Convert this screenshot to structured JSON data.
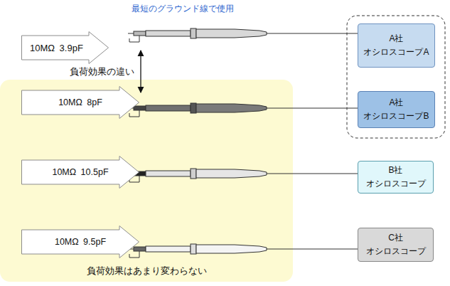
{
  "diagram": {
    "title": "最短のグラウンド線で使用",
    "nodes": [
      {
        "text": [
          "10MΩ 3.9pF"
        ]
      },
      {
        "text": [
          "A社",
          "オシロスコープA"
        ]
      },
      {
        "text": [
          "負荷効果はあまり変わらない"
        ]
      },
      {
        "text": [
          "10MΩ 8pF"
        ],
        "in": 2
      },
      {
        "text": [
          "A社",
          "オシロスコープB"
        ]
      },
      {
        "text": [
          "10MΩ 10.5pF"
        ],
        "in": 2
      },
      {
        "text": [
          "B社",
          "オシロスコープ"
        ]
      },
      {
        "text": [
          "10MΩ 9.5pF"
        ],
        "in": 2
      },
      {
        "text": [
          "C社",
          "オシロスコープ"
        ]
      }
    ],
    "edges": [
      {
        "from": 0,
        "to": 3,
        "arrow": "both",
        "label": "負荷効果の違い"
      }
    ]
  }
}
